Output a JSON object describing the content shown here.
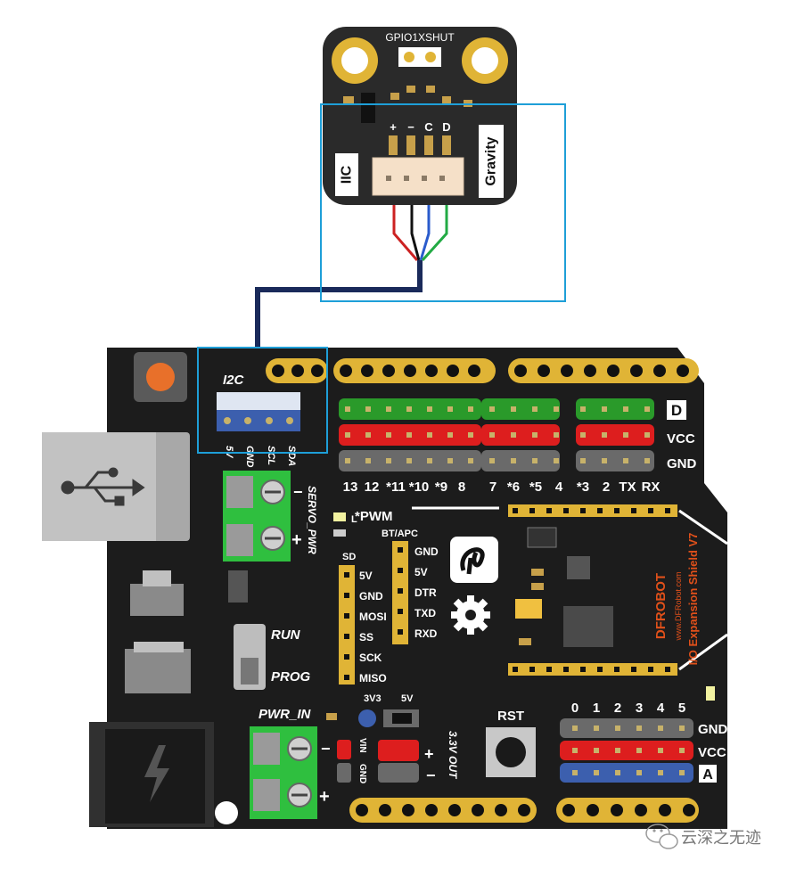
{
  "sensor": {
    "top_label": "GPIO1XSHUT",
    "pin_labels": [
      "+",
      "−",
      "C",
      "D"
    ],
    "iic_label": "IIC",
    "brand_label": "Gravity"
  },
  "board": {
    "i2c_title": "I2C",
    "i2c_pins": [
      "5V",
      "GND",
      "SCL",
      "SDA"
    ],
    "row_d": "D",
    "row_vcc": "VCC",
    "row_gnd": "GND",
    "digital_numbers": [
      "13",
      "12",
      "*11",
      "*10",
      "*9",
      "8",
      "7",
      "*6",
      "*5",
      "4",
      "*3",
      "2",
      "TX",
      "RX"
    ],
    "servo_pwr": "SERVO_PWR",
    "pwm_label": "*PWM",
    "led_label": "L",
    "sd_title": "SD",
    "sd_pins": [
      "5V",
      "GND",
      "MOSI",
      "SS",
      "SCK",
      "MISO"
    ],
    "bt_title": "BT/APC",
    "bt_pins": [
      "GND",
      "5V",
      "DTR",
      "TXD",
      "RXD"
    ],
    "run_label": "RUN",
    "prog_label": "PROG",
    "pwr_in_label": "PWR_IN",
    "v3v3": "3V3",
    "v5v": "5V",
    "vin_label": "VIN",
    "gnd_label": "GND",
    "out_label": "3.3V OUT",
    "rst_label": "RST",
    "analog_numbers": [
      "0",
      "1",
      "2",
      "3",
      "4",
      "5"
    ],
    "analog_gnd": "GND",
    "analog_vcc": "VCC",
    "analog_a": "A",
    "brand": "DFROBOT",
    "brand_url": "www.DFRobot.com",
    "shield_name": "I/O Expansion Shield V7"
  },
  "watermark": {
    "text": "云深之无迹"
  },
  "colors": {
    "board": "#1c1c1c",
    "sensor_board": "#2a2a2a",
    "highlight": "#1e9fd8",
    "header_green": "#2a9a2a",
    "header_red": "#dd1e1e",
    "header_gray": "#6a6a6a",
    "header_blue": "#3c5fae",
    "terminal_green": "#2fbf3f",
    "wire": "#1a2a5a"
  }
}
